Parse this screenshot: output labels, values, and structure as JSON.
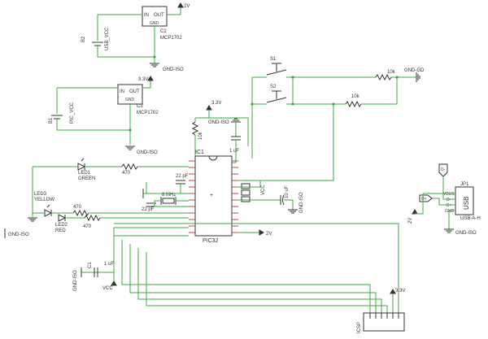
{
  "colors": {
    "wire": "#3faa3f",
    "part": "#333333",
    "pin": "#c04a4a",
    "background": "#ffffff"
  },
  "labels": {
    "v2_top": "2V",
    "in_c2": "IN",
    "out_c2": "OUT",
    "gnd_c2": "GND",
    "c2": "C2",
    "mcp_c2": "MCP1702",
    "b2": "B2",
    "usb_vcc": "USB_VCC",
    "gnd_iso_1": "GND-ISO",
    "v33_a": "3.3V",
    "in_c3": "IN",
    "out_c3": "OUT",
    "gnd_c3": "GND",
    "c3": "C3",
    "mcp_c3": "MCP1702",
    "b1": "B1",
    "pic_vcc": "PIC_VCC",
    "gnd_iso_2": "GND-ISO",
    "s1": "S1",
    "s2": "S2",
    "r10k_a": "10k",
    "r10k_b": "10k",
    "gnd_gd": "GND-GD",
    "v33_b": "3.3V",
    "r10k_c": "10k",
    "gnd_iso_3": "GND-ISO",
    "c_1uf_a": "1 uF",
    "ic1": "IC1",
    "led1": "LED1",
    "green": "GREEN",
    "r470_a": "470",
    "led3": "LED3",
    "yellow": "YELLOW",
    "led2": "LED2",
    "red": "RED",
    "r470_b": "470",
    "r470_c": "470",
    "gnd_iso_4": "GND-ISO",
    "xtal": "8 MHz",
    "c22pf_a": "22 pF",
    "c22pf_b": "22 pF",
    "vcc_pic": "VCC",
    "c10uf": "10 uF",
    "gnd_iso_5": "GND-ISO",
    "pic32": "PIC32",
    "v2_mid": "2V",
    "c_1uf_b": "1 uF",
    "c_1uf_b_ref": "C1",
    "gnd_iso_6": "GND-ISO",
    "vcc_bottom": "VCC",
    "v33_c": "3.3V",
    "icsp": "ICSP",
    "jp1": "JP1",
    "usb": "USB",
    "vbus": "VBUS",
    "d_minus": "D-",
    "d_plus": "D+",
    "gnd_usb": "GND",
    "usb_a_h": "USB-A-H",
    "v2_usb": "2V",
    "gnd_iso_7": "GND-ISO",
    "d_label": "D-",
    "dp_label": "D+",
    "ic_dot": "+"
  }
}
